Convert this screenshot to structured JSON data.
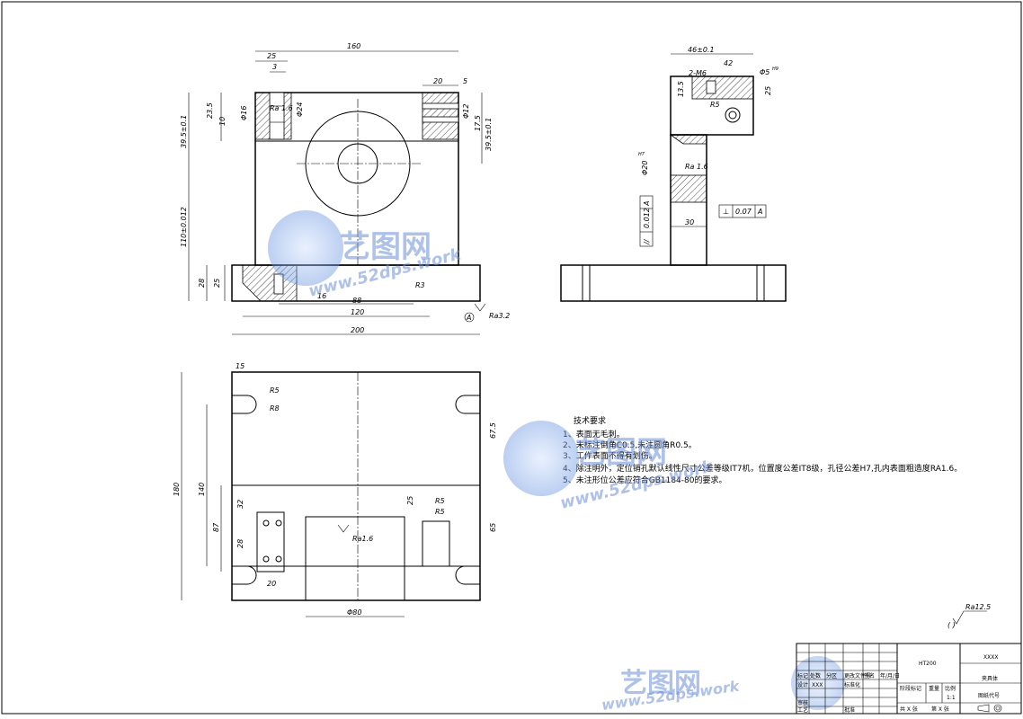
{
  "front_view": {
    "dims": {
      "width_160": "160",
      "left_25": "25",
      "left_3": "3",
      "right_20": "20",
      "right_5": "5",
      "v_23_5": "23.5",
      "v_10": "10",
      "v_39_5": "39.5±0.1",
      "r_39_5": "39.5±0.1",
      "r_17_5": "17.5",
      "phi12": "Φ12",
      "phi16": "Φ16",
      "phi24": "Φ24",
      "ra16_top": "Ra 1.6",
      "h_110": "110±0.012",
      "h_28": "28",
      "h_25": "25",
      "w_16": "16",
      "w_88": "88",
      "r3": "R3",
      "w_120": "120",
      "w_200": "200",
      "datum_a": "A",
      "ra32": "Ra3.2"
    }
  },
  "side_view": {
    "dims": {
      "d_46": "46±0.1",
      "d_42": "42",
      "d_2_m6": "2-M6",
      "phi5": "Φ5",
      "tol_h9": "H9",
      "d_13_5": "13.5",
      "d_25": "25",
      "r5": "R5",
      "phi20": "Φ20",
      "tol_h7": "H7",
      "ra16": "Ra 1.6",
      "perp_tol": "⊥",
      "perp_val": "0.07",
      "perp_ref": "A",
      "par_tol": "//",
      "par_val": "0.012",
      "par_ref": "A",
      "d_30": "30"
    }
  },
  "top_view": {
    "dims": {
      "d_15": "15",
      "r5": "R5",
      "r8": "R8",
      "d_180": "180",
      "d_140": "140",
      "d_87": "87",
      "d_32": "32",
      "d_28": "28",
      "d_20": "20",
      "d_25": "25",
      "r5a": "R5",
      "r5b": "R5",
      "d_67_5": "67.5",
      "d_65": "65",
      "ra16": "Ra1.6",
      "phi80": "Φ80"
    }
  },
  "notes": {
    "title": "技术要求",
    "items": [
      "1、表面无毛刺。",
      "2、未标注倒角C0.5,未注圆角R0.5。",
      "3、工作表面不得有划伤。",
      "4、除注明外，定位销孔默认线性尺寸公差等级IT7机，位置度公差IT8级，孔径公差H7,孔内表面粗造度RA1.6。",
      "5、未注形位公差应符合GB1184-80的要求。"
    ]
  },
  "surface_symbol": {
    "value": "Ra12.5",
    "suffix": "( )"
  },
  "watermark": {
    "cn": "艺图网",
    "url": "www.52dps.work"
  },
  "title_block": {
    "material": "HT200",
    "company": "XXXX",
    "part_name": "夹具体",
    "row_headers": [
      "标记",
      "处数",
      "分区",
      "更改文件号",
      "签名",
      "年/月/日"
    ],
    "design_label": "设计",
    "design_name": "XXX",
    "std_label": "标准化",
    "stage_label": "阶段标记",
    "weight_label": "重量",
    "scale_label": "比例",
    "scale": "1:1",
    "review_label": "审核",
    "process_label": "工艺",
    "approve_label": "批准",
    "sheets_total": "共 X 张",
    "sheet_no": "第 X 张",
    "drawing_no": "图纸代号"
  }
}
